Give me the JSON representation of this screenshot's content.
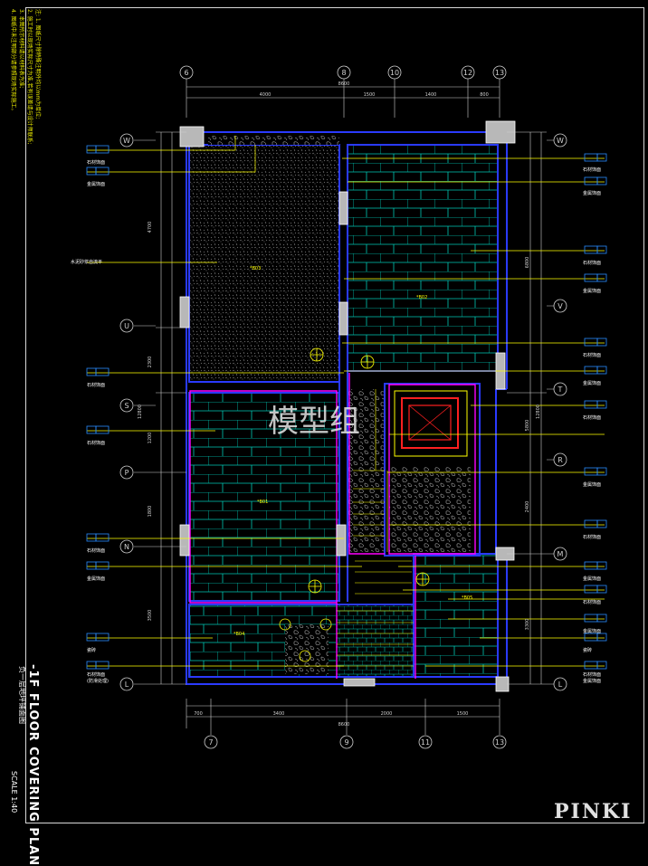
{
  "drawing": {
    "title_en": "-1F FLOOR COVERING PLAN",
    "title_cn": "负一层地坪铺面图",
    "scale": "SCALE 1:40",
    "watermark": "模型组",
    "brand": "PINKI",
    "notes": [
      "注: 1. 图纸尺寸除特殊注明外均以mm为单位;",
      "2. 施工时以现场实际尺寸为准,若有误差请与设计师联系;",
      "3. 本图所示材料请以材料表为准;",
      "4. 图纸中未注明部分请参照现场实际施工。"
    ]
  },
  "grid": {
    "top_columns": [
      "6",
      "8",
      "10",
      "12",
      "13"
    ],
    "bottom_columns": [
      "7",
      "9",
      "11",
      "13"
    ],
    "left_rows": [
      "W",
      "U",
      "S",
      "P",
      "N",
      "L"
    ],
    "right_rows": [
      "W",
      "V",
      "T",
      "R",
      "M",
      "L"
    ]
  },
  "dimensions": {
    "top_total": "8600",
    "top_segments": [
      "4000",
      "1500",
      "1400",
      "800"
    ],
    "bottom_total": "8600",
    "bottom_segments": [
      "700",
      "3400",
      "2000",
      "1500"
    ],
    "left_total": "12800",
    "left_segments": [
      "4700",
      "2300",
      "1200",
      "1800",
      "3500"
    ],
    "right_total": "12800",
    "right_segments": [
      "6800",
      "5800",
      "2400",
      "3300"
    ]
  },
  "callouts": {
    "left": [
      "石材饰面",
      "金属饰面",
      "水泥砂浆自流平",
      "石材饰面",
      "石材饰面",
      "石材饰面",
      "金属饰面",
      "瓷砖",
      "石材饰面",
      "(防滑处理)"
    ],
    "right": [
      "石材饰面",
      "金属饰面",
      "石材饰面",
      "金属饰面",
      "石材饰面",
      "金属饰面",
      "石材饰面",
      "金属饰面",
      "石材饰面",
      "金属饰面",
      "石材饰面",
      "金属饰面",
      "石材饰面",
      "瓷砖",
      "金属饰面"
    ]
  },
  "room_tags": [
    "*B03",
    "*B02",
    "*B01",
    "*B04",
    "*B05"
  ],
  "colors": {
    "wall": "#2a3aff",
    "column_fill": "#b8b8b8",
    "tile_line": "#00c8b4",
    "leader": "#ffff00",
    "dim_line": "#d0d0d0",
    "red": "#ff2020",
    "magenta": "#ff00ff",
    "cyan": "#00ffff"
  }
}
